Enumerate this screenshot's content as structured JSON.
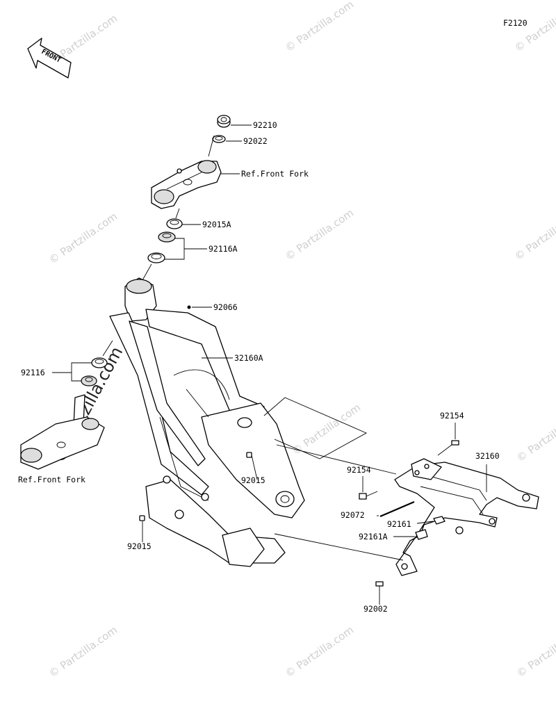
{
  "figure_code": "F2120",
  "front_label": "FRONT",
  "watermark_text": "© Partzilla.com",
  "colors": {
    "line": "#000000",
    "watermark": "#cfcfcf",
    "background": "#ffffff"
  },
  "labels": {
    "p92210": "92210",
    "p92022": "92022",
    "ref_fork_top": "Ref.Front Fork",
    "p92015A": "92015A",
    "p92116A": "92116A",
    "p92066": "92066",
    "p92116": "92116",
    "p32160A": "32160A",
    "ref_fork_bottom": "Ref.Front Fork",
    "p92015_center": "92015",
    "p92015_left": "92015",
    "p92154_top": "92154",
    "p32160": "32160",
    "p92154_mid": "92154",
    "p92072": "92072",
    "p92161": "92161",
    "p92161A": "92161A",
    "p92002": "92002"
  }
}
